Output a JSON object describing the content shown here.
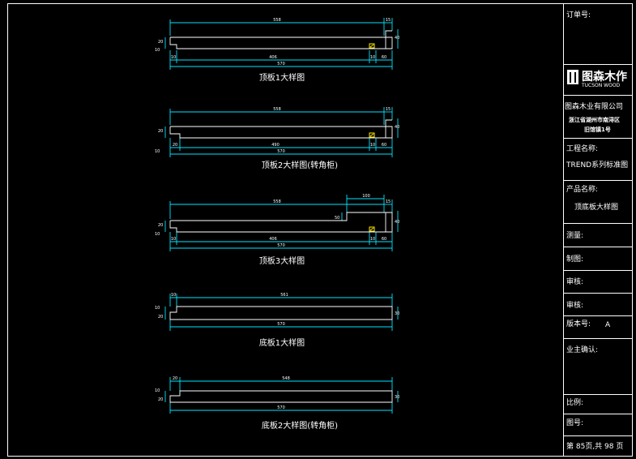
{
  "title_block": {
    "order_no_label": "订单号:",
    "logo_cn": "图森木作",
    "logo_en": "TUCSON WOOD",
    "company_name": "图森木业有限公司",
    "address_line1": "浙江省湖州市南浔区",
    "address_line2": "旧馆镇1号",
    "project_label": "工程名称:",
    "project_value": "TREND系列标准图",
    "product_label": "产品名称:",
    "product_value": "顶底板大样图",
    "measure_label": "测量:",
    "draw_label": "制图:",
    "review1_label": "审核:",
    "review2_label": "审核:",
    "version_label": "版本号:",
    "version_value": "A",
    "owner_confirm_label": "业主确认:",
    "scale_label": "比例:",
    "drawing_no_label": "图号:",
    "page_info": "第 85页,共 98 页"
  },
  "details": [
    {
      "caption": "顶板1大样图",
      "top_dim": "558",
      "top_end_dim": "15",
      "left_upper_dim": "20",
      "left_lower_dim": "10",
      "right_dim": "40",
      "bottom_left_dim": "10",
      "bottom_mid_dim": "406",
      "bottom_small_dim1": "10",
      "bottom_small_dim2": "60",
      "overall_dim": "570"
    },
    {
      "caption": "顶板2大样图(转角柜)",
      "top_dim": "558",
      "top_end_dim": "15",
      "left_upper_dim": "20",
      "left_lower_dim": "10",
      "right_dim": "40",
      "bottom_left_dim": "20",
      "bottom_mid_dim": "490",
      "bottom_small_dim1": "10",
      "bottom_small_dim2": "60",
      "overall_dim": "570"
    },
    {
      "caption": "顶板3大样图",
      "top_dim": "558",
      "top_end_dim": "15",
      "top_extra_dim": "100",
      "step_dim": "50",
      "left_upper_dim": "20",
      "left_lower_dim": "10",
      "right_dim": "40",
      "bottom_left_dim": "10",
      "bottom_mid_dim": "406",
      "bottom_small_dim1": "10",
      "bottom_small_dim2": "60",
      "overall_dim": "570"
    },
    {
      "caption": "底板1大样图",
      "top_left_dim": "10",
      "top_dim": "561",
      "left_upper_dim": "10",
      "left_lower_dim": "20",
      "right_dim": "30",
      "overall_dim": "570"
    },
    {
      "caption": "底板2大样图(转角柜)",
      "top_left_dim": "20",
      "top_dim": "548",
      "left_upper_dim": "10",
      "left_lower_dim": "20",
      "right_dim": "30",
      "overall_dim": "570"
    }
  ]
}
